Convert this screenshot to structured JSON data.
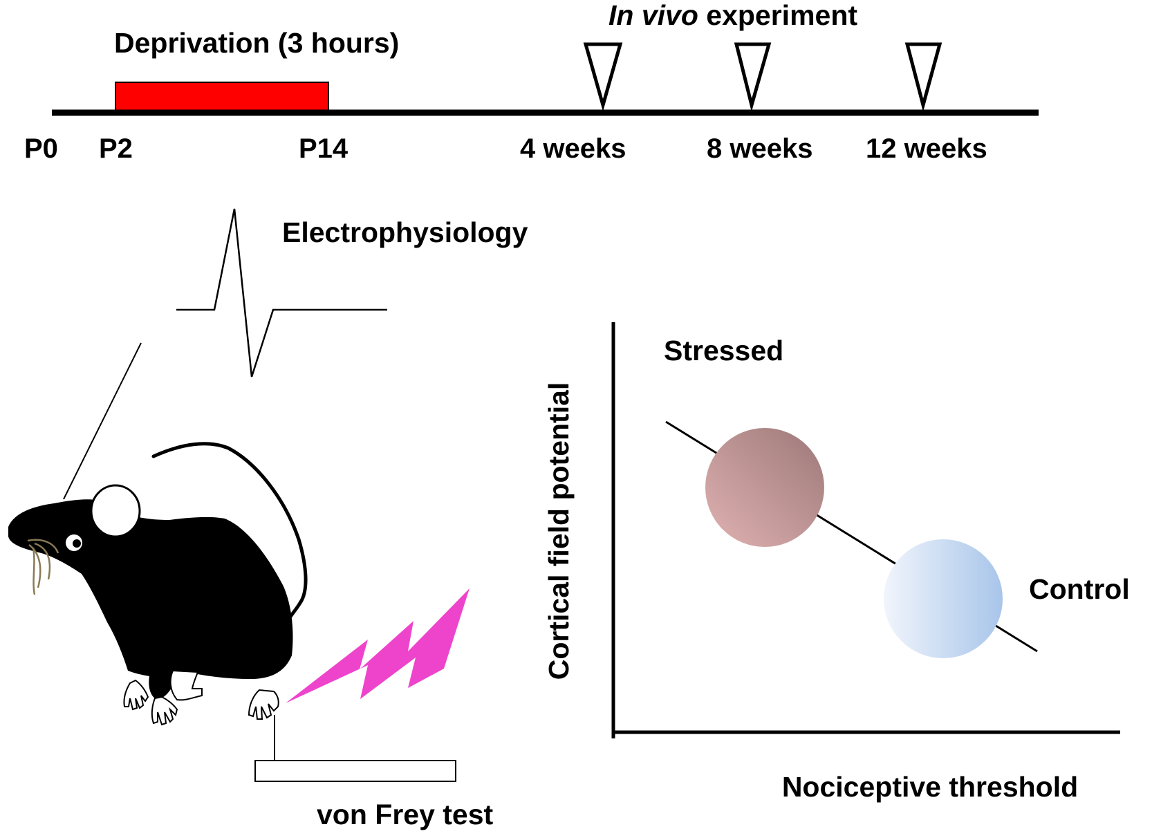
{
  "timeline": {
    "deprivation_label": "Deprivation (3 hours)",
    "experiment_label_italic": "In vivo",
    "experiment_label_rest": " experiment",
    "ticks": [
      {
        "label": "P0"
      },
      {
        "label": "P2"
      },
      {
        "label": "P14"
      },
      {
        "label": "4 weeks"
      },
      {
        "label": "8 weeks"
      },
      {
        "label": "12 weeks"
      }
    ],
    "bar_color": "#ff0000"
  },
  "methods": {
    "electrophysiology_label": "Electrophysiology",
    "von_frey_label": "von Frey test",
    "stimulus_color": "#ee44cc"
  },
  "plot": {
    "y_axis_label": "Cortical field potential",
    "x_axis_label": "Nociceptive threshold",
    "groups": [
      {
        "label": "Stressed",
        "color_light": "#dcaaaa",
        "color_dark": "#a07c7c"
      },
      {
        "label": "Control",
        "color_light": "#eaf1fb",
        "color_dark": "#a9c6ea"
      }
    ]
  }
}
